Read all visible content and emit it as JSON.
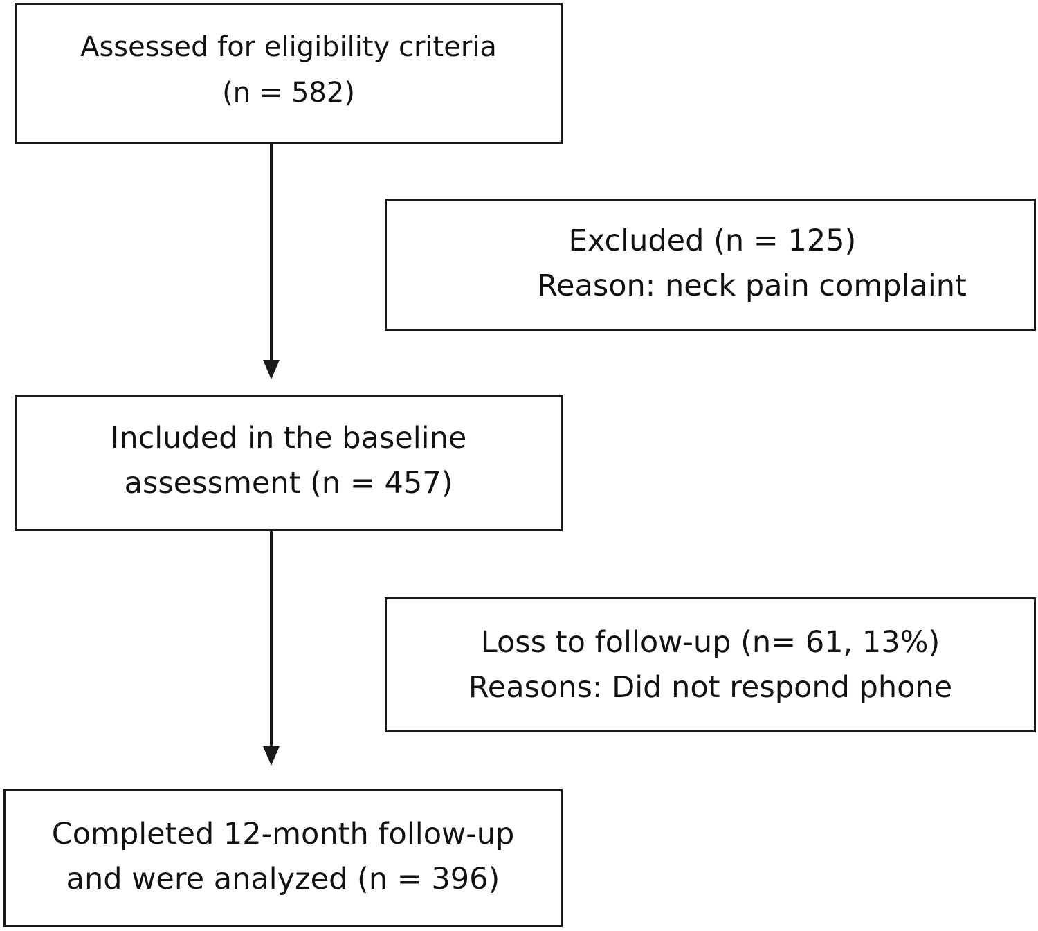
{
  "boxes": {
    "assessed": {
      "line1": "Assessed for eligibility criteria",
      "line2": "(n = 582)"
    },
    "excluded": {
      "line1": "Excluded (n = 125)",
      "line2": "Reason: neck pain complaint"
    },
    "included": {
      "line1": "Included in the baseline",
      "line2": "assessment (n = 457)"
    },
    "loss": {
      "line1": "Loss to follow-up (n= 61, 13%)",
      "line2": "Reasons: Did not respond phone"
    },
    "completed": {
      "line1": "Completed 12-month follow-up",
      "line2": "and were analyzed (n = 396)"
    }
  },
  "colors": {
    "line": "#1a1a1a",
    "background": "#ffffff"
  }
}
